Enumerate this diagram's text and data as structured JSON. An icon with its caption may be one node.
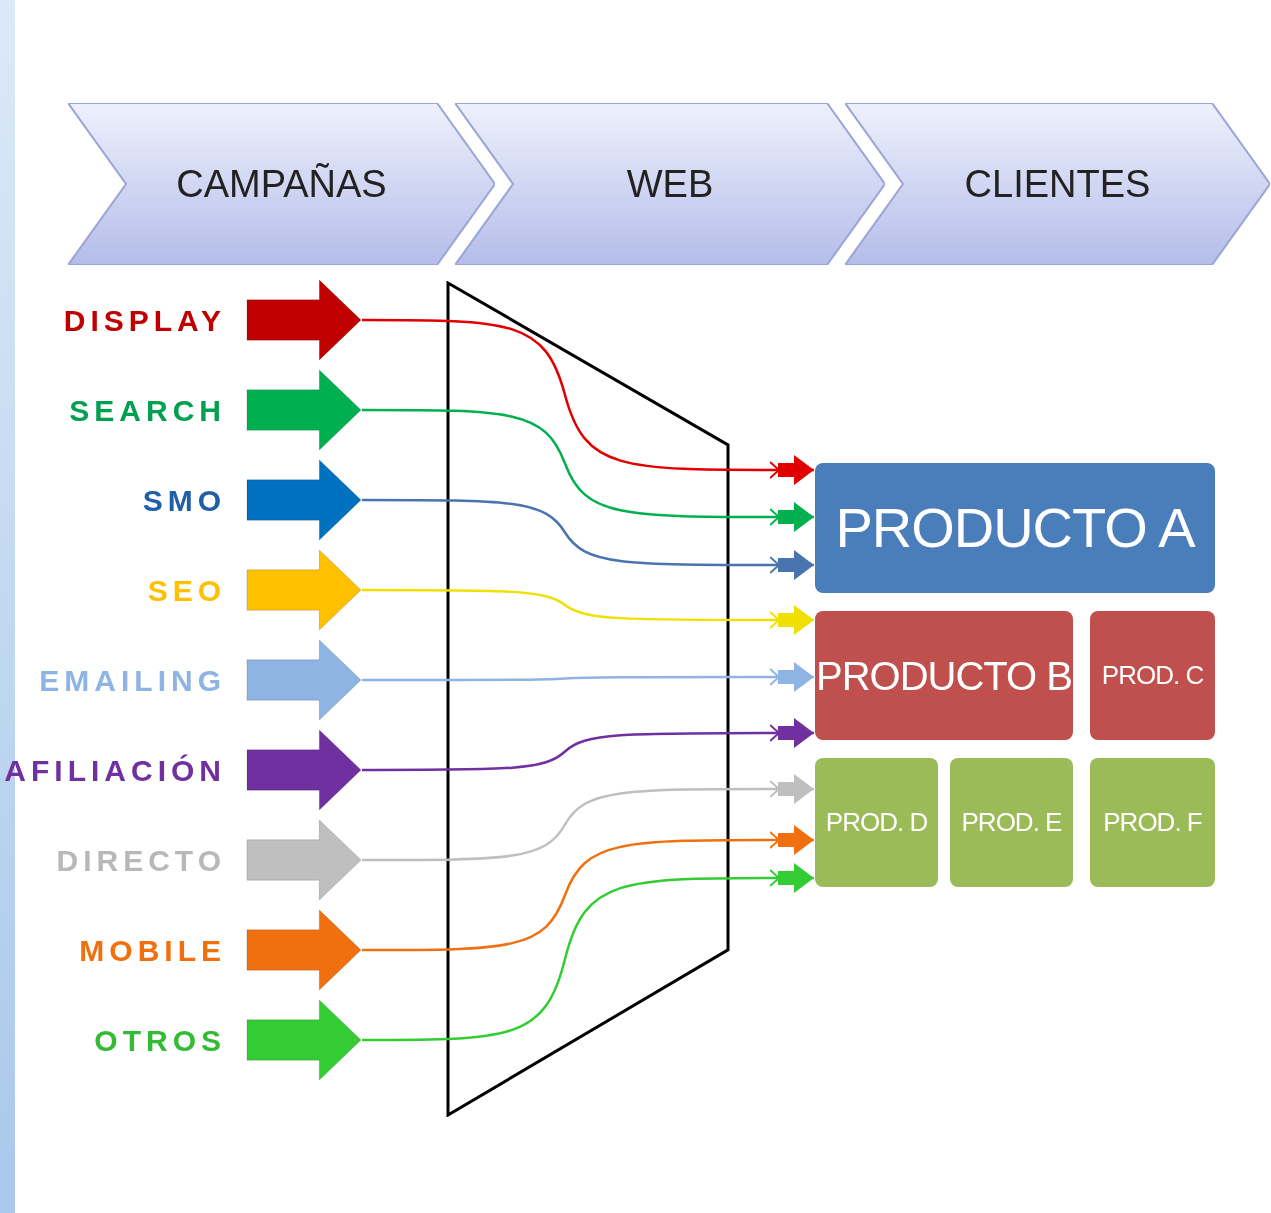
{
  "diagram": {
    "nodes": [
      {
        "text": [
          "CAMPAÑAS"
        ]
      },
      {
        "text": [
          "WEB"
        ]
      },
      {
        "text": [
          "CLIENTES"
        ]
      },
      {
        "text": [],
        "shape": "arrow",
        "beside": [
          "DISPLAY"
        ]
      },
      {
        "text": [],
        "shape": "arrow",
        "beside": [
          "SEARCH"
        ]
      },
      {
        "text": [],
        "shape": "arrow",
        "beside": [
          "SMO"
        ]
      },
      {
        "text": [],
        "shape": "arrow",
        "beside": [
          "SEO"
        ]
      },
      {
        "text": [],
        "shape": "arrow",
        "beside": [
          "EMAILING"
        ]
      },
      {
        "text": [],
        "shape": "arrow",
        "beside": [
          "AFILIACIÓN"
        ]
      },
      {
        "text": [],
        "shape": "arrow",
        "beside": [
          "DIRECTO"
        ]
      },
      {
        "text": [],
        "shape": "arrow",
        "beside": [
          "MOBILE"
        ]
      },
      {
        "text": [],
        "shape": "arrow",
        "beside": [
          "OTROS"
        ]
      },
      {
        "text": [
          "PRODUCTO A"
        ]
      },
      {
        "text": [
          "PRODUCTO B"
        ]
      },
      {
        "text": [
          "PROD. C"
        ]
      },
      {
        "text": [
          "PROD. D"
        ]
      },
      {
        "text": [
          "PROD. E"
        ]
      },
      {
        "text": [
          "PROD. F"
        ]
      }
    ],
    "edges": [
      {
        "from": 3,
        "to": 12,
        "arrow": "to",
        "color": "#e00000"
      },
      {
        "from": 4,
        "to": 12,
        "arrow": "to",
        "color": "#00b050"
      },
      {
        "from": 5,
        "to": 12,
        "arrow": "to",
        "color": "#4a74b0"
      },
      {
        "from": 6,
        "to": 13,
        "arrow": "to",
        "color": "#f0e000"
      },
      {
        "from": 7,
        "to": 13,
        "arrow": "to",
        "color": "#8db4e2"
      },
      {
        "from": 8,
        "to": 13,
        "arrow": "to",
        "color": "#7030a0"
      },
      {
        "from": 9,
        "to": 15,
        "arrow": "to",
        "color": "#bfbfbf"
      },
      {
        "from": 10,
        "to": 15,
        "arrow": "to",
        "color": "#f07010"
      },
      {
        "from": 11,
        "to": 15,
        "arrow": "to",
        "color": "#33cc33"
      }
    ]
  }
}
